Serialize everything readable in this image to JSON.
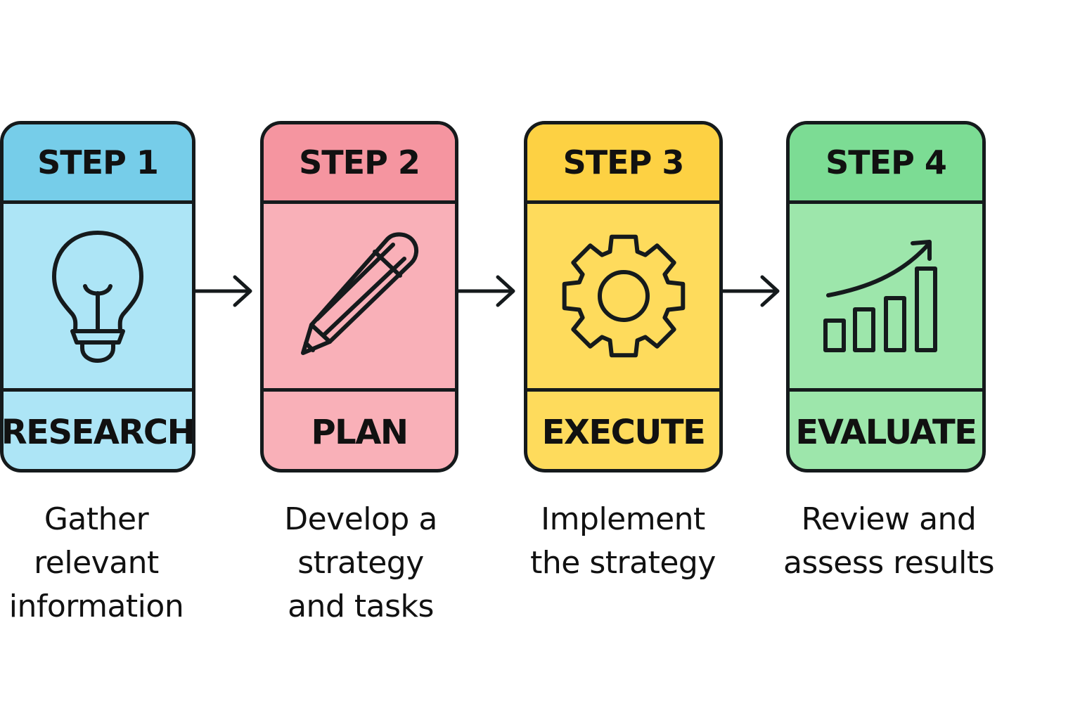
{
  "colors": {
    "step1": {
      "header": "#76cde9",
      "body": "#ade5f6"
    },
    "step2": {
      "header": "#f595a0",
      "body": "#f9b0b8"
    },
    "step3": {
      "header": "#fdd143",
      "body": "#fedb5c"
    },
    "step4": {
      "header": "#7cdc94",
      "body": "#9de6ab"
    },
    "outline": "#151a1c"
  },
  "steps": [
    {
      "label": "STEP 1",
      "title": "RESEARCH",
      "icon": "lightbulb-icon",
      "desc": [
        "Gather",
        "relevant",
        "information"
      ]
    },
    {
      "label": "STEP 2",
      "title": "PLAN",
      "icon": "pencil-icon",
      "desc": [
        "Develop a",
        "strategy",
        "and tasks"
      ]
    },
    {
      "label": "STEP 3",
      "title": "EXECUTE",
      "icon": "gear-icon",
      "desc": [
        "Implement",
        "the strategy"
      ]
    },
    {
      "label": "STEP 4",
      "title": "EVALUATE",
      "icon": "growth-chart-icon",
      "desc": [
        "Review and",
        "assess results"
      ]
    }
  ]
}
